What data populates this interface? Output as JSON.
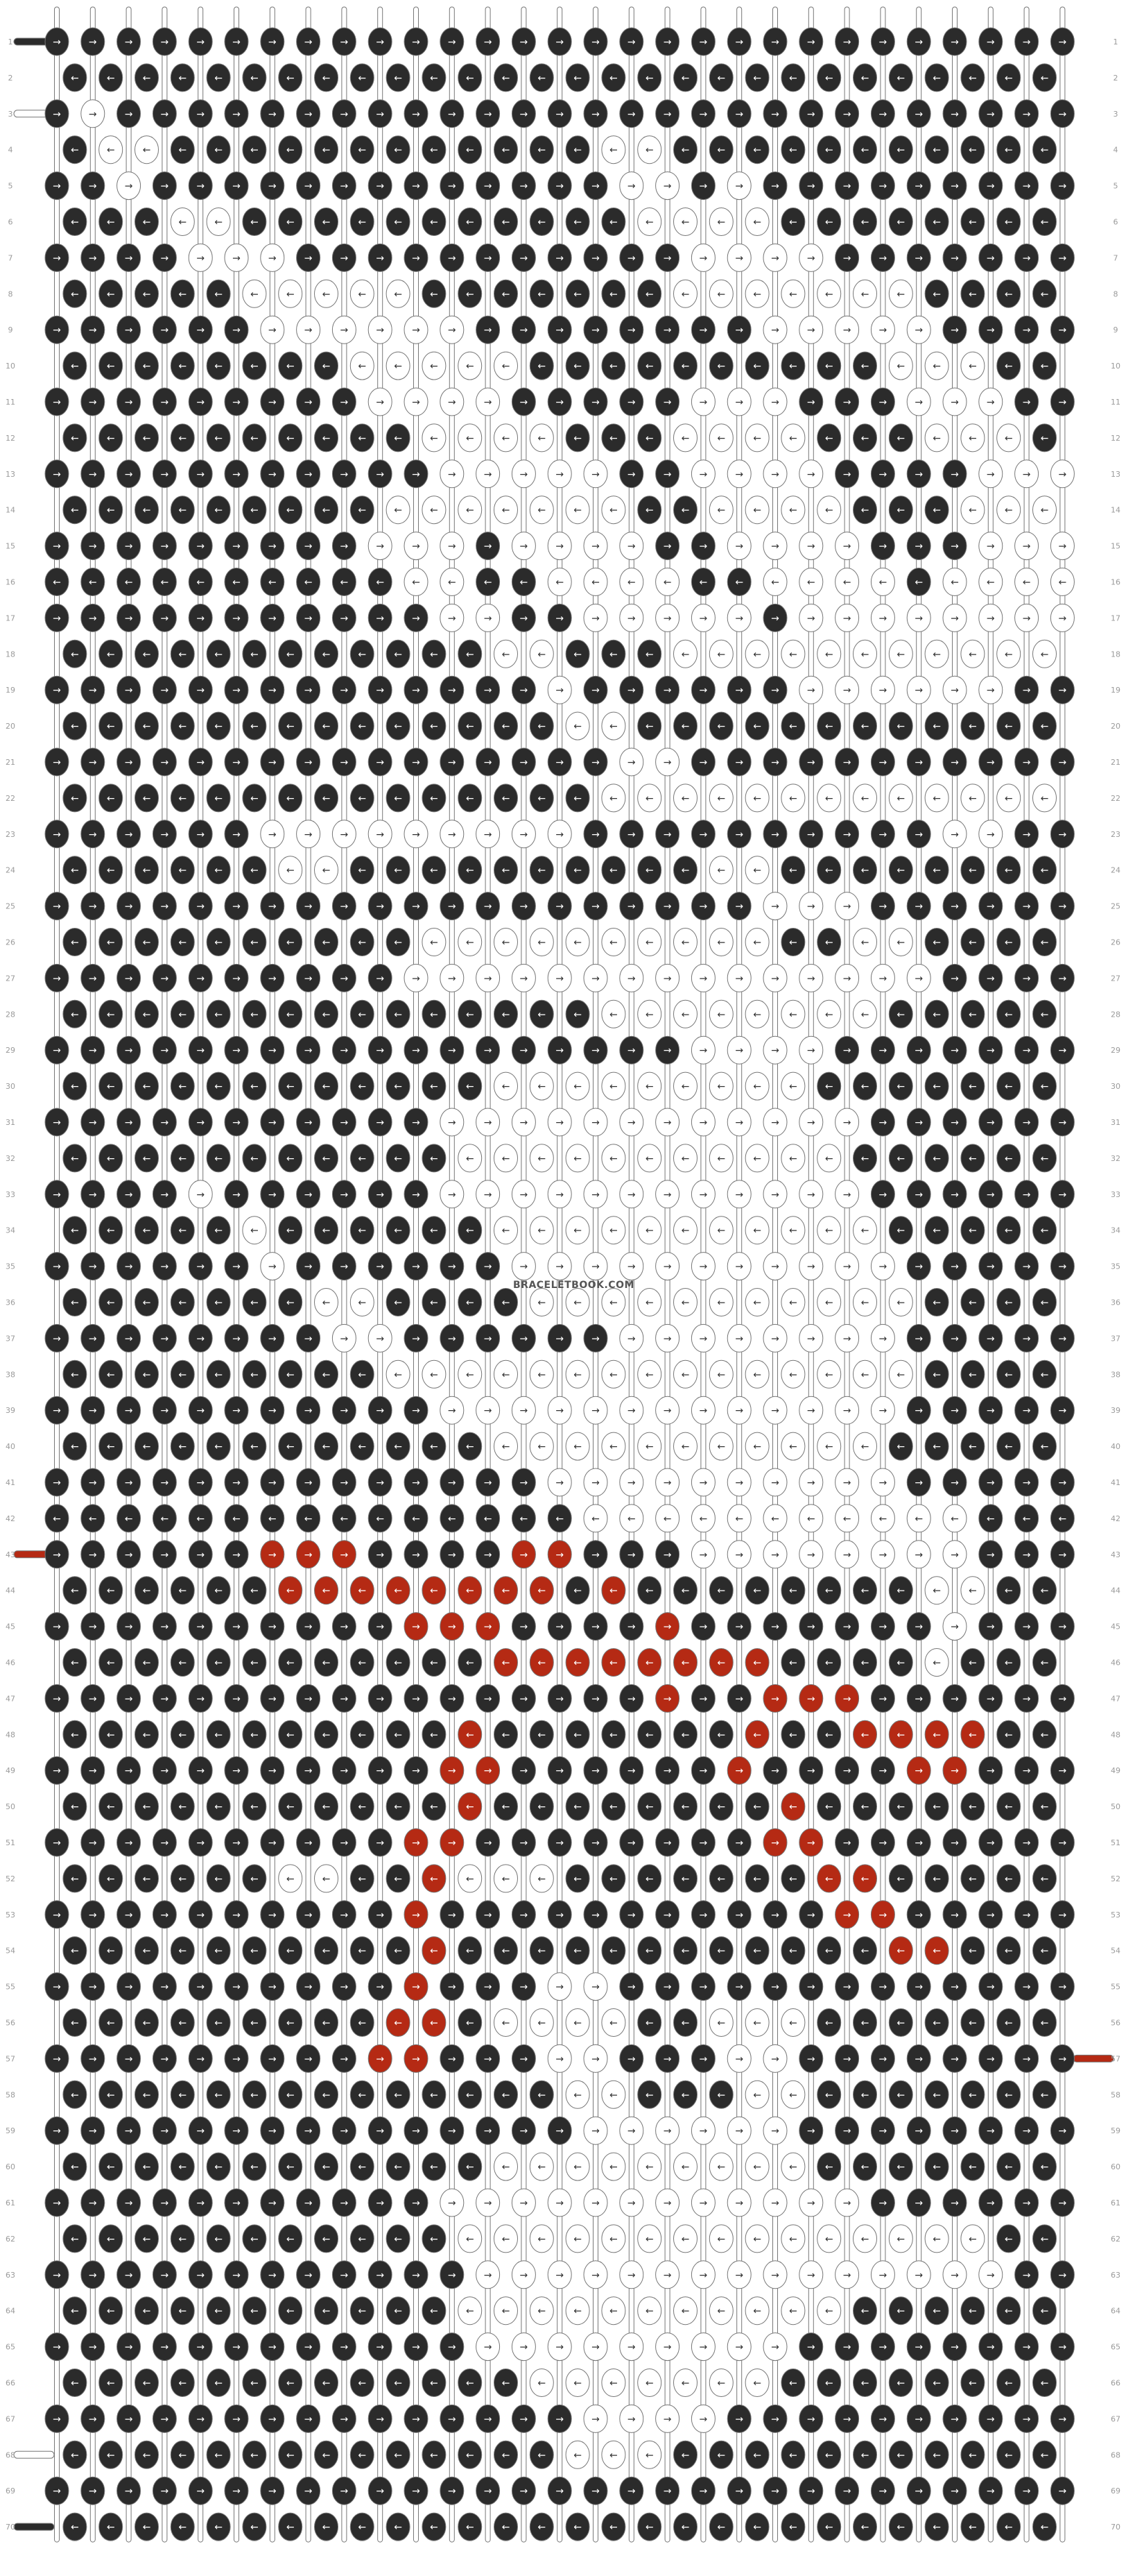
{
  "watermark": "BRACELETBOOK.COM",
  "colors": {
    "dark": "#2b2b2b",
    "light": "#ffffff",
    "red": "#b52a14",
    "outline": "#777777",
    "label": "#9a9a9a",
    "background": "#ffffff"
  },
  "grid": {
    "strings": 29,
    "rows": 70,
    "row_labels": [
      "1",
      "2",
      "3",
      "4",
      "5",
      "6",
      "7",
      "8",
      "9",
      "10",
      "11",
      "12",
      "13",
      "14",
      "15",
      "16",
      "17",
      "18",
      "19",
      "20",
      "21",
      "22",
      "23",
      "24",
      "25",
      "26",
      "27",
      "28",
      "29",
      "30",
      "31",
      "32",
      "33",
      "34",
      "35",
      "36",
      "37",
      "38",
      "39",
      "40",
      "41",
      "42",
      "43",
      "44",
      "45",
      "46",
      "47",
      "48",
      "49",
      "50",
      "51",
      "52",
      "53",
      "54",
      "55",
      "56",
      "57",
      "58",
      "59",
      "60",
      "61",
      "62",
      "63",
      "64",
      "65",
      "66",
      "67",
      "68",
      "69",
      "70"
    ]
  },
  "knot_arrow_pattern": "alternating: odd rows point right, even rows point left",
  "pattern": [
    "DDDDDDDDDDDDDDDDDDDDDDDDDDDDD",
    "DDDDDDDDDDDDDDDDDDDDDDDDDDDD",
    "DLDDDDDDDDDDDDDDDDDDDDDDDDDDD",
    "DLLDDDDDDDDDDDDLLDDDDDDDDDDD",
    "DDLDDDDDDDDDDDDDLLDLDDDDDDDDD",
    "DDDLLDDDDDDDDDDDLLLLDDDDDDDD",
    "DDDDLLLDDDDDDDDDDDLLLLDDDDDDD",
    "DDDDDLLLLLDDDDDDDLLLLLLLDDDD",
    "DDDDDDLLLLLLDDDDDDDDLLLLLDDDD",
    "DDDDDDDDLLLLLDDDDDDDDDDLLLDD",
    "DDDDDDDDDLLLLDDDDDLLLDDDLLLDD",
    "DDDDDDDDDDLLLLDDDLLLLDDDLLLD",
    "DDDDDDDDDDDLLLLLDDLLLLDDDDLLL",
    "DDDDDDDDDLLLLLLLDDLLLLDDDLLL",
    "DDDDDDDDDLLLDLLLLDDLLLLDDDLLL",
    "DDDDDDDDDDLLDDLLLLDDLLLLDLLLL",
    "DDDDDDDDDDDLLDDLLLLLDLLLLLLLL",
    "DDDDDDDDDDDDLLDDDLLLLLLLLLLL",
    "DDDDDDDDDDDDDDLDDDDDDLLLLLLDD",
    "DDDDDDDDDDDDDDLLDDDDDDDDDDDD",
    "DDDDDDDDDDDDDDDDLLDDDDDDDDDDD",
    "DDDDDDDDDDDDDDDLLLLLLLLLLLLL",
    "DDDDDDLLLLLLLLLDDDDDDDDDDLLDD",
    "DDDDDDLLDDDDDDDDDDLLDDDDDDDD",
    "DDDDDDDDDDDDDDDDDDDDLLLDDDDDD",
    "DDDDDDDDDDLLLLLLLLLLDDLLDDDD",
    "DDDDDDDDDDLLLLLLLLLLLLLLLDDDD",
    "DDDDDDDDDDDDDDDLLLLLLLLDDDDD",
    "DDDDDDDDDDDDDDDDDDLLLLDDDDDDD",
    "DDDDDDDDDDDDLLLLLLLLLDDDDDDD",
    "DDDDDDDDDDDLLLLLLLLLLLLDDDDDD",
    "DDDDDDDDDDDLLLLLLLLLLLDDDDDD",
    "DDDDLDDDDDDLLLLLLLLLLLLDDDDDD",
    "DDDDDLDDDDDDLLLLLLLLLLLDDDDD",
    "DDDDDDLDDDDDDLLLLLLLLLLLDDDDD",
    "DDDDDDDLLDDDDLLLLLLLLLLLDDDD",
    "DDDDDDDDLLDDDDDDLLLLLLLLDDDDD",
    "DDDDDDDDDLLLLLLLLLLLLLLLDDDD",
    "DDDDDDDDDDDLLLLLLLLLLLLLDDDDD",
    "DDDDDDDDDDDDLLLLLLLLLLLDDDDD",
    "DDDDDDDDDDDDDDLLLLLLLLLLDDDDD",
    "DDDDDDDDDDDDDDDLLLLLLLLLLLDDD",
    "DDDDDDRRRDDDDRRDDDLLLLLLLLDDD",
    "DDDDDDRRRRRRRRDRDDDDDDDDLLDD",
    "DDDDDDDDDDRRRDDDDRDDDDDDDLDDD",
    "DDDDDDDDDDDDRRRRRRRRDDDDLDDD",
    "DDDDDDDDDDDDDDDDDRDDRRRDDDDDD",
    "DDDDDDDDDDDRDDDDDDDRDDRRRRDD",
    "DDDDDDDDDDDRRDDDDDDRDDDDRRDDD",
    "DDDDDDDDDDDRDDDDDDDDRDDDDDDD",
    "DDDDDDDDDDRRDDDDDDDDRRDDDDDDD",
    "DDDDDDLLDDRLLLDDDDDDDRRDDDDD",
    "DDDDDDDDDDRDDDDDDDDDDDRRDDDDD",
    "DDDDDDDDDDRDDDDDDDDDDDDRRDDD",
    "DDDDDDDDDDRDDDLLDDDDDDDDDDDDD",
    "DDDDDDDDDRRDLLLLDDLLLDDDDDDD",
    "DDDDDDDDDRRDDDLLDDDLLDDDDDDDD",
    "DDDDDDDDDDDDDDLLDDDLLDDDDDDD",
    "DDDDDDDDDDDDDDDLLLLLLDDDDDDDD",
    "DDDDDDDDDDDDLLLLLLLLLDDDDDDD",
    "DDDDDDDDDDDLLLLLLLLLLLLDDDDDD",
    "DDDDDDDDDDDLLLLLLLLLLLLLLLDD",
    "DDDDDDDDDDDDLLLLLLLLLLLLLLLDD",
    "DDDDDDDDDDDLLLLLLLLLLLDDDDDD",
    "DDDDDDDDDDDDLLLLLLLLLDDDDDDDD",
    "DDDDDDDDDDDDDLLLLLLLDDDDDDDD",
    "DDDDDDDDDDDDDDDLLLLDDDDDDDDDD",
    "DDDDDDDDDDDDDDLLLDDDDDDDDDDD",
    "DDDDDDDDDDDDDDDDDDDDDDDDDDDDD",
    "DDDDDDDDDDDDDDDDDDDDDDDDDDDD"
  ],
  "string_tails_left": [
    {
      "row": "1",
      "color": "dark"
    },
    {
      "row": "3",
      "color": "light"
    },
    {
      "row": "43",
      "color": "red"
    },
    {
      "row": "68",
      "color": "light"
    },
    {
      "row": "70",
      "color": "dark"
    }
  ],
  "string_tails_right": [
    {
      "row": "57",
      "color": "red"
    }
  ]
}
